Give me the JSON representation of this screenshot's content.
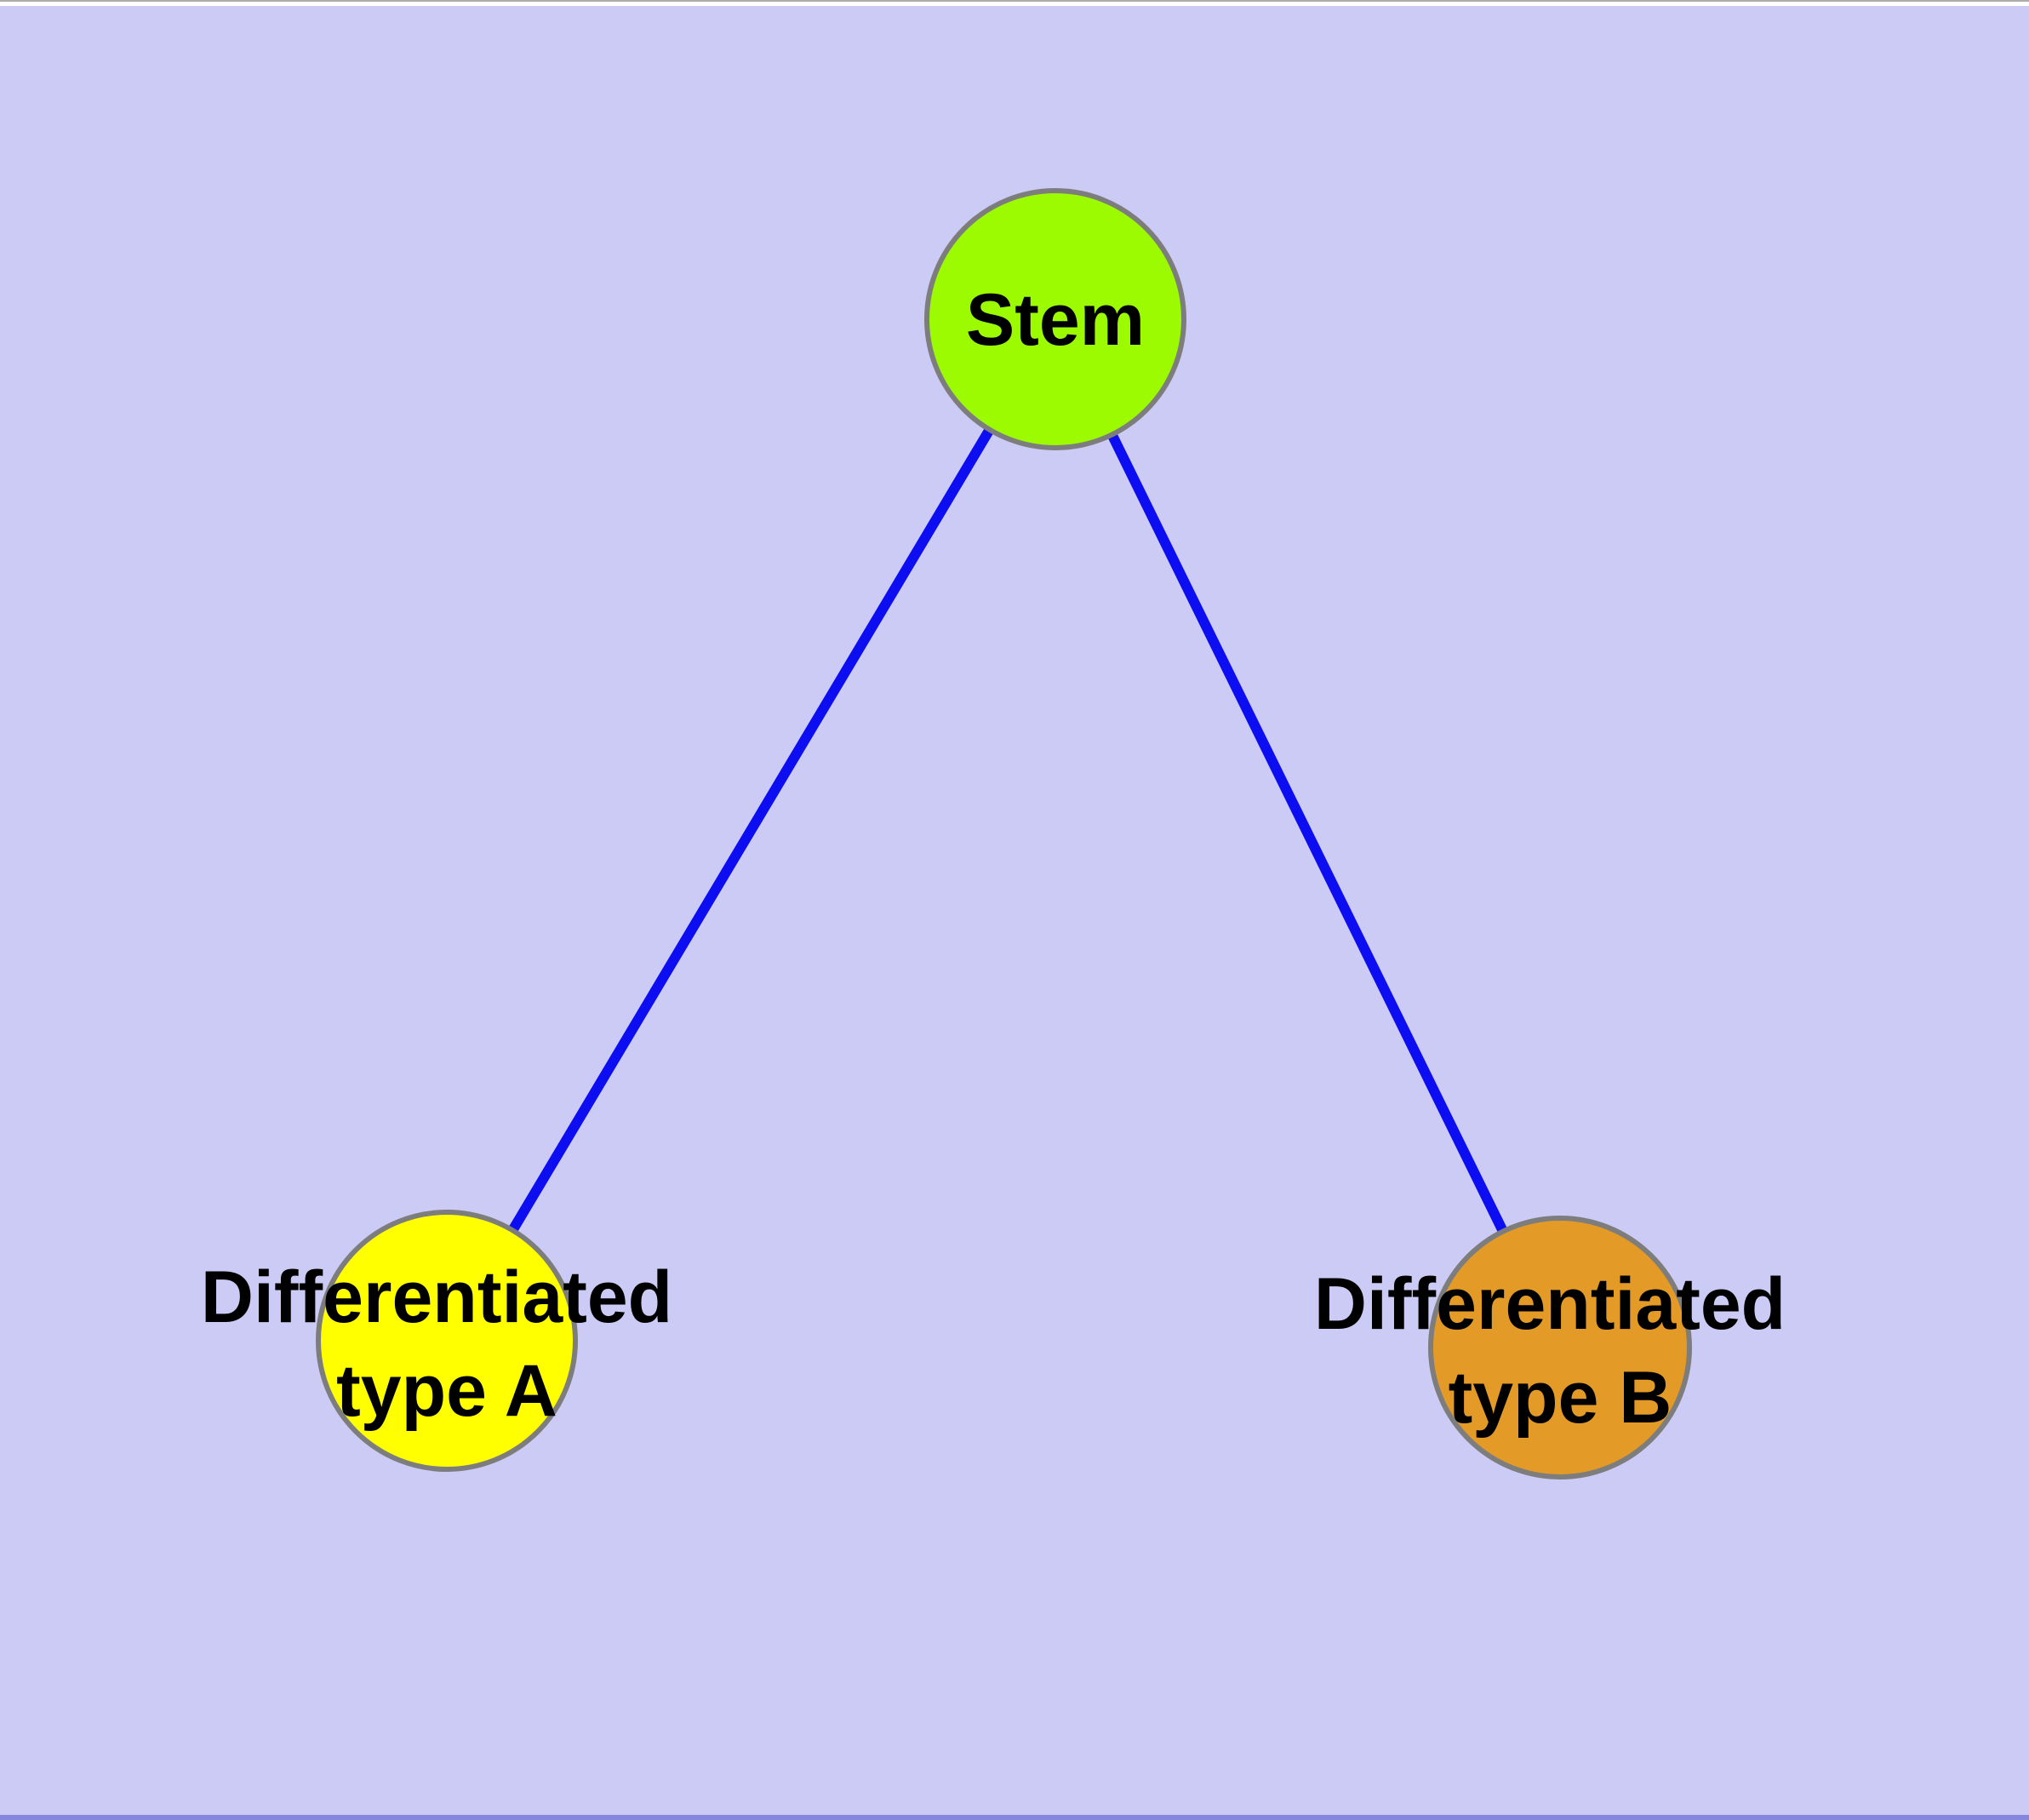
{
  "canvas": {
    "background_color": "#CBCBF6",
    "top_hairline_color": "#ADADAD",
    "top_strip_color": "#FFFFFF",
    "bottom_strip_color": "#8787DE"
  },
  "colors": {
    "edge": "#0D0DF2",
    "node_border": "#7D7D7D",
    "label_text": "#000000"
  },
  "nodes": [
    {
      "id": "stem",
      "label": "Stem",
      "lines": [
        "Stem"
      ],
      "fill": "#9CFB00"
    },
    {
      "id": "differentiated-type-a",
      "label": "Differentiated type A",
      "lines": [
        "Differentiated",
        "type A"
      ],
      "fill": "#FFFF00"
    },
    {
      "id": "differentiated-type-b",
      "label": "Differentiated type B",
      "lines": [
        "Differentiated",
        "type B"
      ],
      "fill": "#E49A26"
    }
  ],
  "edges": [
    {
      "from": "Stem",
      "to": "Differentiated type A"
    },
    {
      "from": "Stem",
      "to": "Differentiated type B"
    }
  ]
}
